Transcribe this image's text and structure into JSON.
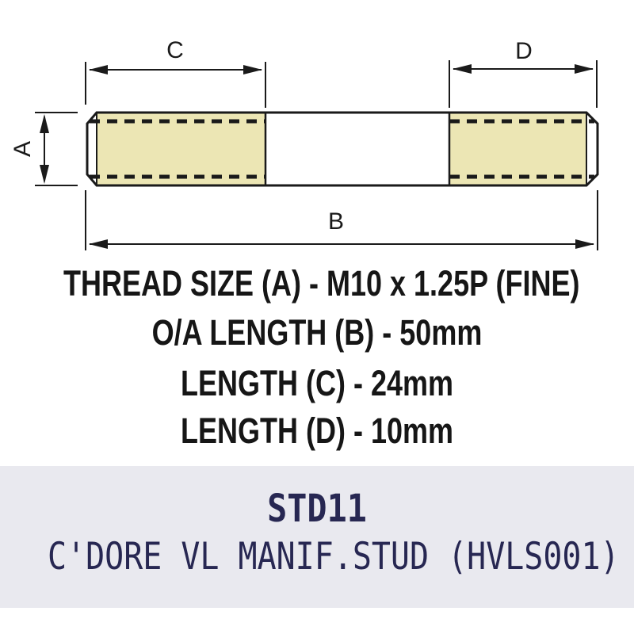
{
  "diagram": {
    "dimension_labels": {
      "a": "A",
      "b": "B",
      "c": "C",
      "d": "D"
    },
    "colors": {
      "thread_fill": "#ece6b4",
      "outline": "#1a1a1a",
      "shank_fill": "#ffffff"
    }
  },
  "specs": {
    "thread_size": "THREAD SIZE (A) - M10 x 1.25P (FINE)",
    "oa_length": "O/A LENGTH (B) - 50mm",
    "length_c": "LENGTH (C) - 24mm",
    "length_d": "LENGTH (D) - 10mm"
  },
  "footer": {
    "part_code": "STD11",
    "description": "C'DORE VL MANIF.STUD (HVLS001)",
    "bg_color": "#e9e9ef",
    "text_color": "#272752"
  }
}
